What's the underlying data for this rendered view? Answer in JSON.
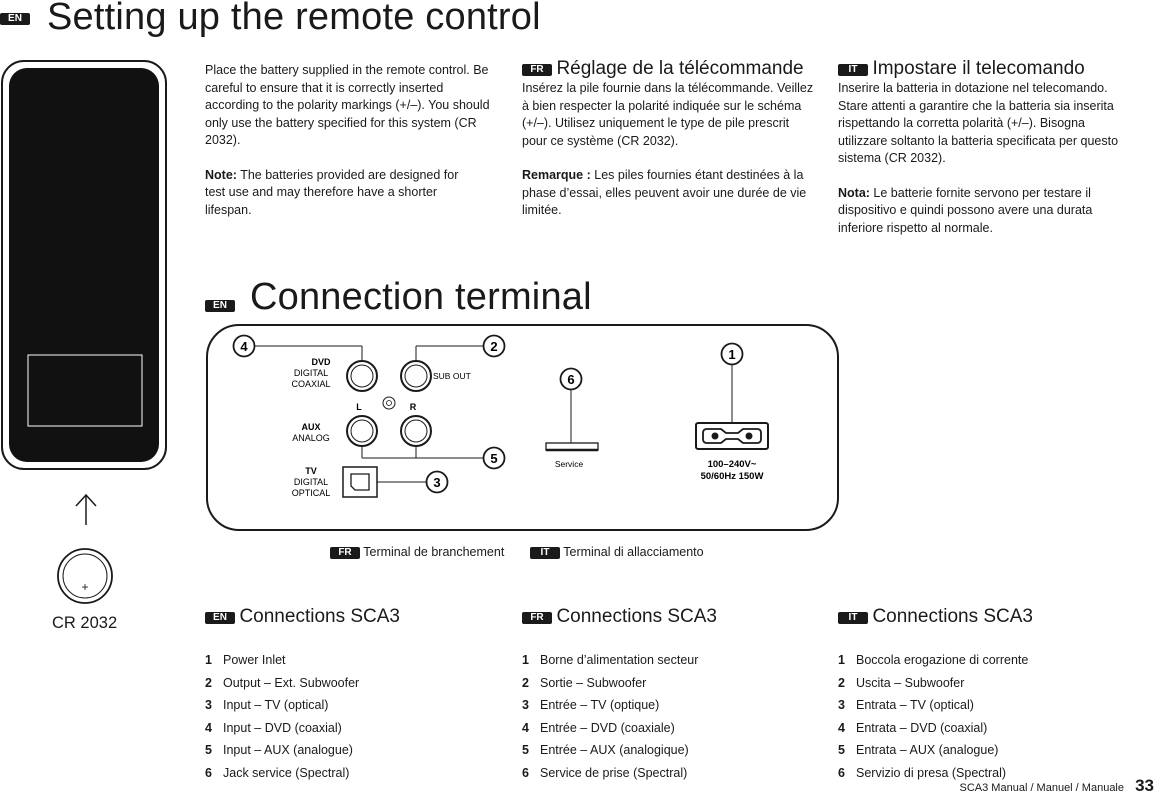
{
  "header": {
    "lang_badge": "EN",
    "title": "Setting up the remote control"
  },
  "remote": {
    "battery_label": "CR 2032",
    "plus_sign": "+"
  },
  "setup": {
    "en": {
      "text": "Place the battery supplied in the remote control. Be careful to ensure that it is correctly inserted according to the polarity markings (+/–). You should only use the battery specified for this system (CR 2032).",
      "note_label": "Note:",
      "note_text": " The batteries provided are designed for test use and may therefore have a shorter lifespan."
    },
    "fr": {
      "badge": "FR",
      "title": "Réglage de la télécommande",
      "text": "Insérez la pile fournie dans la télécommande. Veillez à bien respecter la polarité indiquée sur le schéma (+/–). Utilisez uniquement le type de pile prescrit pour ce système (CR 2032).",
      "note_label": "Remarque :",
      "note_text": " Les piles fournies étant destinées à la phase d’essai, elles peuvent avoir une durée de vie limitée."
    },
    "it": {
      "badge": "IT",
      "title": "Impostare il telecomando",
      "text": "Inserire la batteria in dotazione nel telecomando. Stare attenti a garantire che la batteria sia inserita rispettando la corretta polarità (+/–). Bisogna utilizzare soltanto la batteria specificata per questo sistema (CR 2032).",
      "note_label": "Nota:",
      "note_text": " Le batterie fornite servono per testare il dispositivo e quindi possono avere una durata inferiore rispetto al normale."
    }
  },
  "terminal": {
    "badge": "EN",
    "title": "Connection terminal",
    "labels": {
      "dvd": "DVD",
      "digital": "DIGITAL",
      "coaxial": "COAXIAL",
      "aux": "AUX",
      "analog": "ANALOG",
      "tv": "TV",
      "digital2": "DIGITAL",
      "optical": "OPTICAL",
      "sub_out": "SUB OUT",
      "left": "L",
      "right": "R",
      "service": "Service",
      "power_1": "100–240V~",
      "power_2": "50/60Hz 150W"
    },
    "callouts": [
      "1",
      "2",
      "3",
      "4",
      "5",
      "6"
    ],
    "caption_fr_badge": "FR",
    "caption_fr": "Terminal de branchement",
    "caption_it_badge": "IT",
    "caption_it": "Terminal di allacciamento"
  },
  "connections": {
    "en": {
      "badge": "EN",
      "title": "Connections SCA3",
      "items": [
        {
          "n": "1",
          "t": "Power Inlet"
        },
        {
          "n": "2",
          "t": "Output – Ext. Subwoofer"
        },
        {
          "n": "3",
          "t": "Input – TV (optical)"
        },
        {
          "n": "4",
          "t": "Input – DVD (coaxial)"
        },
        {
          "n": "5",
          "t": "Input – AUX (analogue)"
        },
        {
          "n": "6",
          "t": "Jack service (Spectral)"
        }
      ]
    },
    "fr": {
      "badge": "FR",
      "title": "Connections SCA3",
      "items": [
        {
          "n": "1",
          "t": "Borne d’alimentation secteur"
        },
        {
          "n": "2",
          "t": "Sortie – Subwoofer"
        },
        {
          "n": "3",
          "t": "Entrée – TV (optique)"
        },
        {
          "n": "4",
          "t": "Entrée – DVD (coaxiale)"
        },
        {
          "n": "5",
          "t": "Entrée – AUX (analogique)"
        },
        {
          "n": "6",
          "t": "Service de prise (Spectral)"
        }
      ]
    },
    "it": {
      "badge": "IT",
      "title": "Connections SCA3",
      "items": [
        {
          "n": "1",
          "t": "Boccola erogazione di corrente"
        },
        {
          "n": "2",
          "t": "Uscita – Subwoofer"
        },
        {
          "n": "3",
          "t": "Entrata – TV (optical)"
        },
        {
          "n": "4",
          "t": "Entrata – DVD (coaxial)"
        },
        {
          "n": "5",
          "t": "Entrata – AUX (analogue)"
        },
        {
          "n": "6",
          "t": "Servizio di presa (Spectral)"
        }
      ]
    }
  },
  "footer": {
    "manual": "SCA3 Manual / Manuel / Manuale",
    "page": "33"
  }
}
